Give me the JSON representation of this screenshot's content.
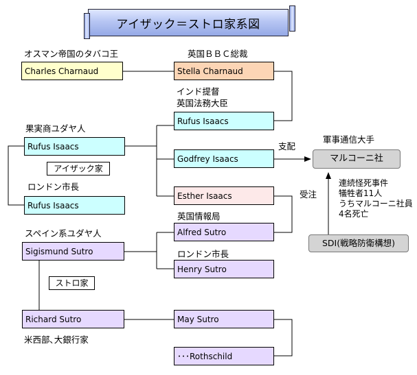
{
  "title": "アイザック＝ストロ家系図",
  "labels": {
    "ottoman": "オスマン帝国のタバコ王",
    "bbc": "英国ＢＢＣ総裁",
    "india_line1": "インド提督",
    "india_line2": "英国法務大臣",
    "fruit": "果実商ユダヤ人",
    "isaac_house": "アイザック家",
    "london_mayor_1": "ロンドン市長",
    "spain": "スペイン系ユダヤ人",
    "mi": "英国情報局",
    "london_mayor_2": "ロンドン市長",
    "sutro_house": "ストロ家",
    "banker": "米西部､大銀行家",
    "shihai": "支配",
    "gun": "軍事通信大手",
    "juchu": "受注",
    "deaths_line1": "連続怪死事件",
    "deaths_line2": "犠牲者11人",
    "deaths_line3": "うちマルコーニ社員",
    "deaths_line4": "4名死亡"
  },
  "people": {
    "charles": "Charles Charnaud",
    "stella": "Stella Charnaud",
    "rufus_admiral": "Rufus Isaacs",
    "rufus_fruit": "Rufus Isaacs",
    "godfrey": "Godfrey Isaacs",
    "rufus_mayor": "Rufus Isaacs",
    "esther": "Esther Isaacs",
    "alfred": "Alfred Sutro",
    "sigismund": "Sigismund Sutro",
    "henry": "Henry Sutro",
    "richard": "Richard Sutro",
    "may": "May Sutro",
    "rothschild": "･･･Rothschild"
  },
  "orgs": {
    "marconi": "マルコーニ社",
    "sdi": "SDI(戦略防衛構想)"
  },
  "colors": {
    "yellow": "#ffffcc",
    "orange": "#fcd5b5",
    "cyan": "#ccffff",
    "pink": "#fde9e9",
    "purple": "#e6d9ff",
    "grey": "#d4d4d4"
  }
}
